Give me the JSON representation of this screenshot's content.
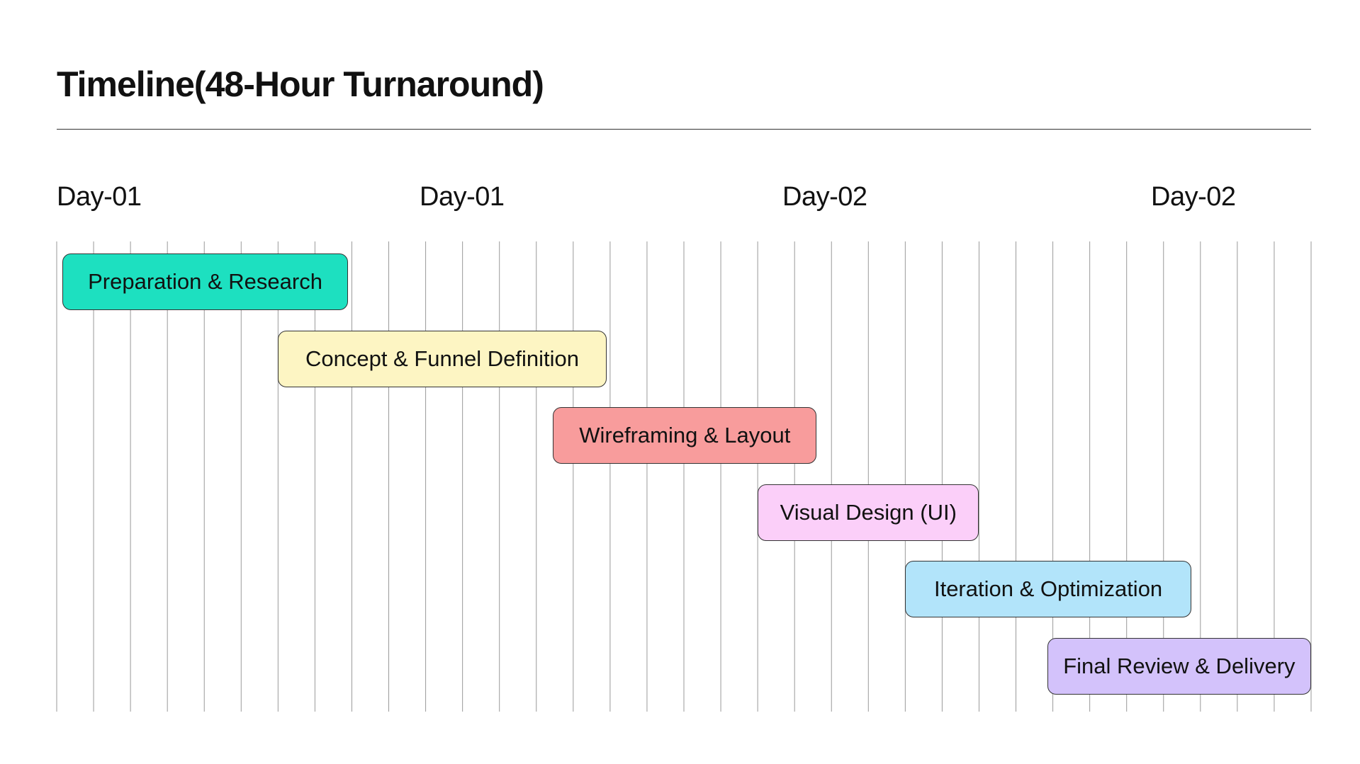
{
  "title": "Timeline(48-Hour Turnaround)",
  "day_labels": [
    "Day-01",
    "Day-01",
    "Day-02",
    "Day-02"
  ],
  "grid": {
    "columns": 34
  },
  "tasks": [
    {
      "label": "Preparation & Research",
      "start": 0.15,
      "end": 7.9,
      "color": "#1DE0C0"
    },
    {
      "label": "Concept & Funnel Definition",
      "start": 6.0,
      "end": 14.9,
      "color": "#FDF5C3"
    },
    {
      "label": "Wireframing & Layout",
      "start": 13.45,
      "end": 20.6,
      "color": "#F89C9C"
    },
    {
      "label": "Visual Design (UI)",
      "start": 19.0,
      "end": 25.0,
      "color": "#FBCFF9"
    },
    {
      "label": "Iteration & Optimization",
      "start": 23.0,
      "end": 30.75,
      "color": "#B2E4FA"
    },
    {
      "label": "Final Review & Delivery",
      "start": 26.85,
      "end": 34.0,
      "color": "#D3C2FB"
    }
  ]
}
